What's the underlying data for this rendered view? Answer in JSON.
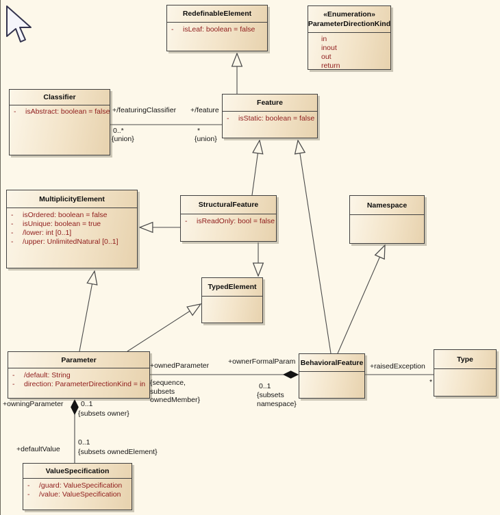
{
  "diagram": {
    "background": "#fdf8ea",
    "box_border": "#3f3f3f",
    "box_fill_start": "#fcf6e8",
    "box_fill_end": "#e7d2ae",
    "attribute_color": "#8e1a1a",
    "line_color": "#4a4a4a"
  },
  "classes": {
    "redefinable_element": {
      "name": "RedefinableElement",
      "attributes": [
        {
          "vis": "-",
          "text": "isLeaf: boolean = false"
        }
      ]
    },
    "classifier": {
      "name": "Classifier",
      "attributes": [
        {
          "vis": "-",
          "text": "isAbstract: boolean = false"
        }
      ]
    },
    "feature": {
      "name": "Feature",
      "attributes": [
        {
          "vis": "-",
          "text": "isStatic: boolean = false"
        }
      ]
    },
    "multiplicity_element": {
      "name": "MultiplicityElement",
      "attributes": [
        {
          "vis": "-",
          "text": "isOrdered: boolean = false"
        },
        {
          "vis": "-",
          "text": "isUnique: boolean = true"
        },
        {
          "vis": "-",
          "text": "/lower: int [0..1]"
        },
        {
          "vis": "-",
          "text": "/upper: UnlimitedNatural [0..1]"
        }
      ]
    },
    "structural_feature": {
      "name": "StructuralFeature",
      "attributes": [
        {
          "vis": "-",
          "text": "isReadOnly: bool = false"
        }
      ]
    },
    "namespace": {
      "name": "Namespace",
      "attributes": []
    },
    "typed_element": {
      "name": "TypedElement",
      "attributes": []
    },
    "parameter": {
      "name": "Parameter",
      "attributes": [
        {
          "vis": "-",
          "text": "/default: String"
        },
        {
          "vis": "-",
          "text": "direction: ParameterDirectionKind = in"
        }
      ]
    },
    "behavioral_feature": {
      "name": "BehavioralFeature",
      "attributes": []
    },
    "type": {
      "name": "Type",
      "attributes": []
    },
    "value_specification": {
      "name": "ValueSpecification",
      "attributes": [
        {
          "vis": "-",
          "text": "/guard: ValueSpecification"
        },
        {
          "vis": "-",
          "text": "/value: ValueSpecification"
        }
      ]
    }
  },
  "enumeration": {
    "stereotype": "«Enumeration»",
    "name": "ParameterDirectionKind",
    "literals": [
      "in",
      "inout",
      "out",
      "return"
    ]
  },
  "labels": {
    "featuring_classifier": "+/featuringClassifier",
    "featuring_mult": "0..*",
    "featuring_constraint": "{union}",
    "feature_role": "+/feature",
    "feature_mult": "*",
    "feature_constraint": "{union}",
    "owned_parameter": "+ownedParameter",
    "owned_parameter_constraint": "{sequence,\nsubsets\nownedMember}",
    "owner_formal_param": "+ownerFormalParam",
    "owner_formal_mult": "0..1",
    "owner_formal_constraint": "{subsets\nnamespace}",
    "raised_exception": "+raisedException",
    "raised_exception_mult": "*",
    "owning_parameter": "+owningParameter",
    "owning_parameter_mult": "0..1",
    "owning_parameter_constraint": "{subsets owner}",
    "default_value": "+defaultValue",
    "default_value_mult": "0..1",
    "default_value_constraint": "{subsets ownedElement}"
  }
}
